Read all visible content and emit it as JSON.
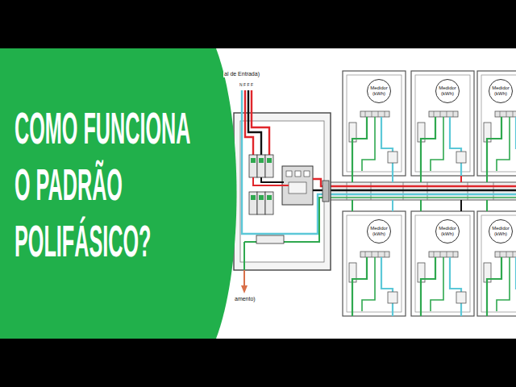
{
  "diagram": {
    "title": "COMO FUNCIONA O PADRÃO POLIFÁSICO?",
    "nodes": [
      {
        "text": [
          "Medidor (kWh)"
        ]
      },
      {
        "text": [
          "Medidor (kWh)"
        ]
      },
      {
        "text": [
          "Medidor (kWh)"
        ]
      },
      {
        "text": [
          "Medidor (kWh)"
        ]
      },
      {
        "text": [
          "Medidor (kWh)"
        ]
      },
      {
        "text": [
          "Medidor (kWh)"
        ]
      }
    ],
    "labels": [
      "al de Entrada)",
      "N F F F",
      "amento)"
    ]
  }
}
